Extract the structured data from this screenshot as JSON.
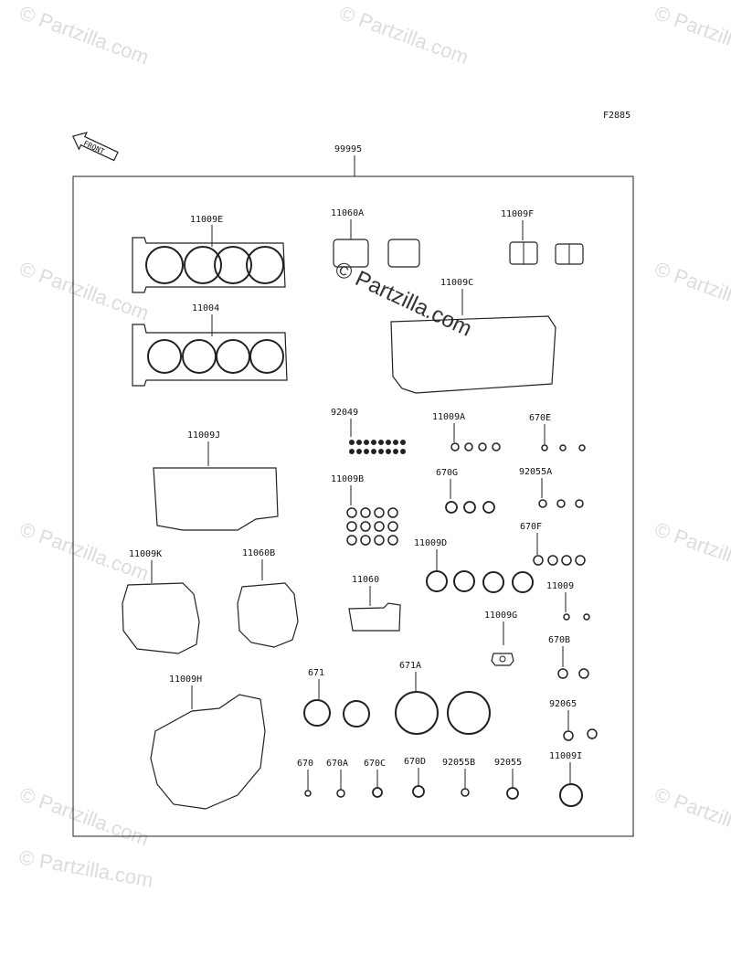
{
  "figure_code": "F2885",
  "kit_part": "99995",
  "front_label": "FRONT",
  "watermark": "© Partzilla.com",
  "colors": {
    "line": "#222222",
    "watermark": "#dcdcdc",
    "background": "#ffffff"
  },
  "parts": [
    {
      "number": "11009E"
    },
    {
      "number": "11060A"
    },
    {
      "number": "11009F"
    },
    {
      "number": "11004"
    },
    {
      "number": "11009C"
    },
    {
      "number": "92049"
    },
    {
      "number": "11009A"
    },
    {
      "number": "670E"
    },
    {
      "number": "11009J"
    },
    {
      "number": "11009B"
    },
    {
      "number": "670G"
    },
    {
      "number": "92055A"
    },
    {
      "number": "11009D"
    },
    {
      "number": "670F"
    },
    {
      "number": "11009K"
    },
    {
      "number": "11060B"
    },
    {
      "number": "11060"
    },
    {
      "number": "11009"
    },
    {
      "number": "11009G"
    },
    {
      "number": "670B"
    },
    {
      "number": "11009H"
    },
    {
      "number": "671"
    },
    {
      "number": "671A"
    },
    {
      "number": "92065"
    },
    {
      "number": "670"
    },
    {
      "number": "670A"
    },
    {
      "number": "670C"
    },
    {
      "number": "670D"
    },
    {
      "number": "92055B"
    },
    {
      "number": "92055"
    },
    {
      "number": "11009I"
    }
  ]
}
